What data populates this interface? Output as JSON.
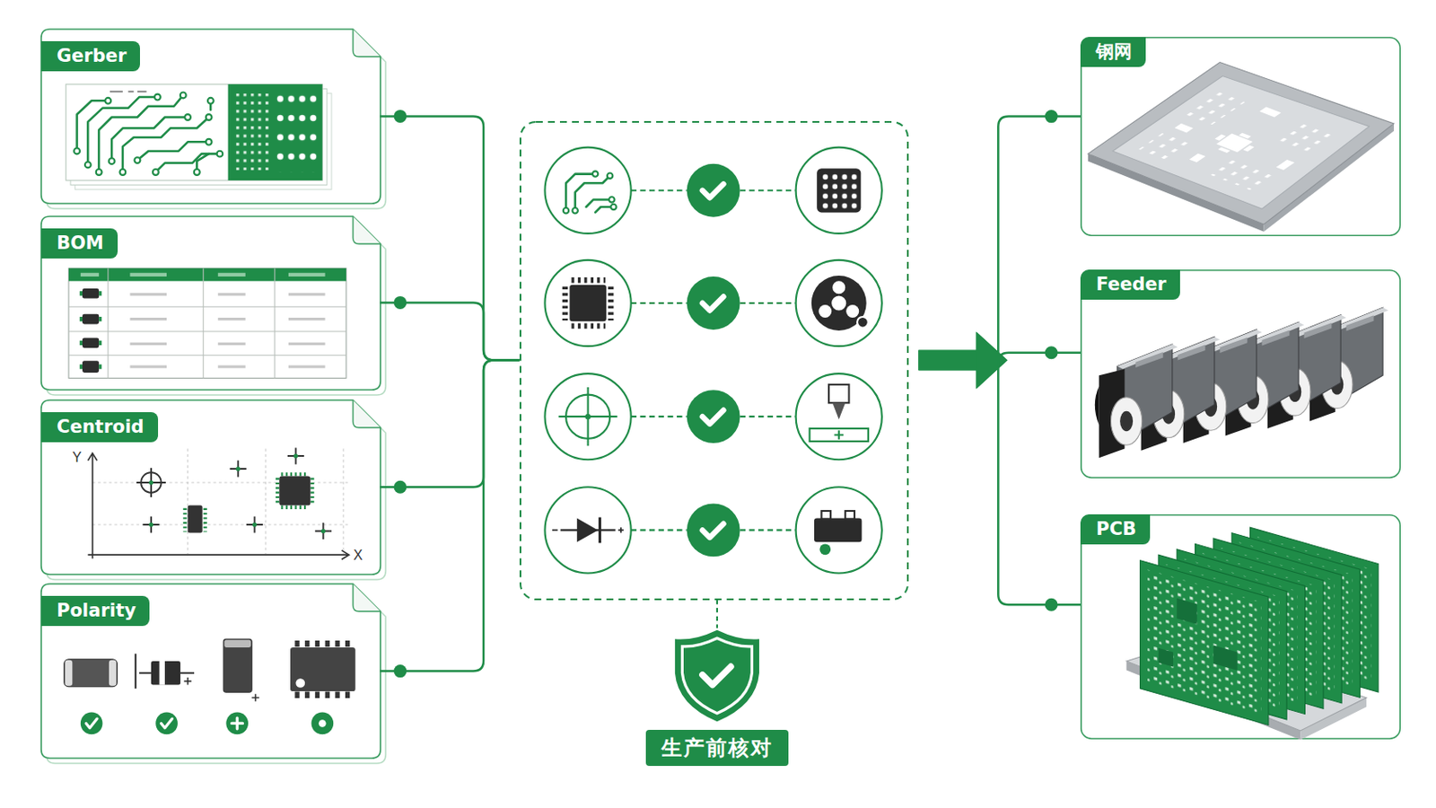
{
  "diagram": {
    "nodes": [
      {
        "text": [
          "Gerber"
        ]
      },
      {
        "text": [
          "BOM"
        ]
      },
      {
        "text": [
          "Centroid"
        ]
      },
      {
        "text": [
          "Polarity"
        ]
      },
      {
        "text": [
          "生产前核对"
        ]
      },
      {
        "text": [
          "钢网"
        ]
      },
      {
        "text": [
          "Feeder"
        ]
      },
      {
        "text": [
          "PCB"
        ]
      }
    ],
    "edges": [
      {
        "from": 0,
        "to": 4,
        "arrow": "none"
      },
      {
        "from": 1,
        "to": 4,
        "arrow": "none"
      },
      {
        "from": 2,
        "to": 4,
        "arrow": "none"
      },
      {
        "from": 3,
        "to": 4,
        "arrow": "none"
      },
      {
        "from": 4,
        "to": 5,
        "arrow": "to"
      },
      {
        "from": 4,
        "to": 6,
        "arrow": "to"
      },
      {
        "from": 4,
        "to": 7,
        "arrow": "to"
      }
    ],
    "labels": [
      "Y",
      "X"
    ]
  }
}
